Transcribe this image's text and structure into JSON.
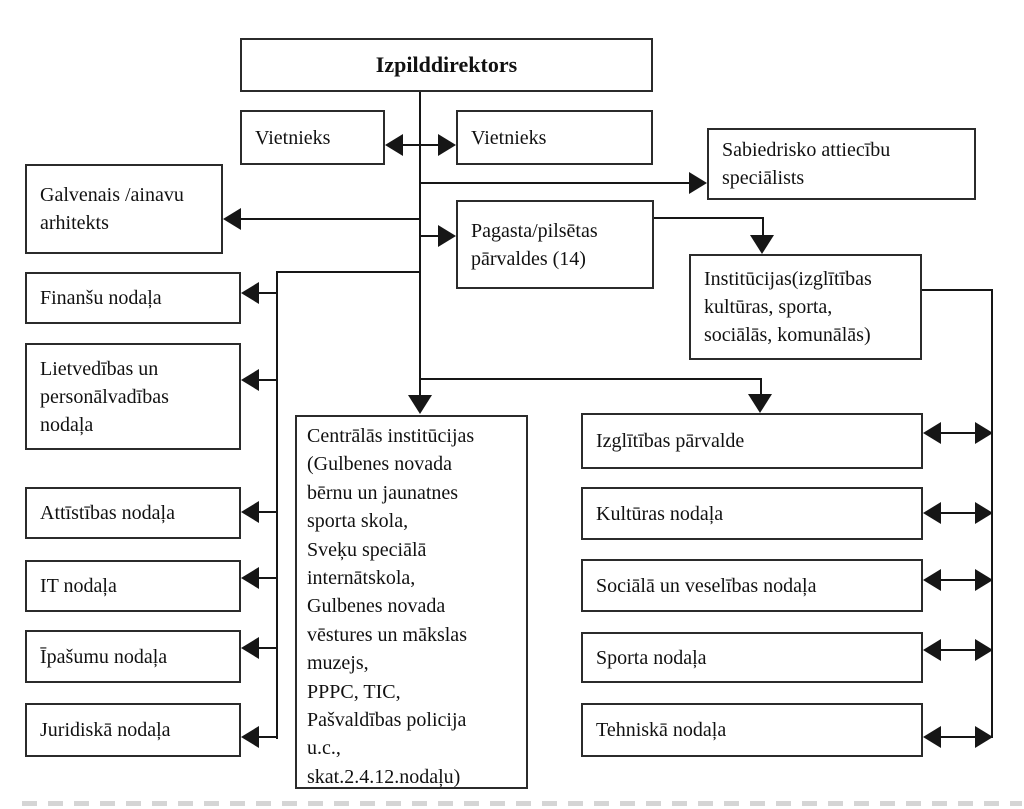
{
  "nodes": {
    "izpilddirektors": {
      "label": "Izpilddirektors"
    },
    "vietnieks_left": {
      "label": "Vietnieks"
    },
    "vietnieks_right": {
      "label": "Vietnieks"
    },
    "sabiedrisko_attiecibu_specialists": {
      "label": "Sabiedrisko attiecību\nspeciālists"
    },
    "galvenais_ainavu_arhitekts": {
      "label": "Galvenais /ainavu\narhitekts"
    },
    "pagasta_pilsetas_parvaldes": {
      "label": "Pagasta/pilsētas\npārvaldes (14)"
    },
    "institucijas": {
      "label": "Institūcijas(izglītības\nkultūras, sporta,\nsociālās, komunālās)"
    },
    "finansu_nodala": {
      "label": "Finanšu nodaļa"
    },
    "lietvedibas_nodala": {
      "label": "Lietvedības un\npersonālvadības\nnodaļa"
    },
    "attistibas_nodala": {
      "label": "Attīstības nodaļa"
    },
    "it_nodala": {
      "label": "IT nodaļa"
    },
    "ipasumu_nodala": {
      "label": "Īpašumu nodaļa"
    },
    "juridiska_nodala": {
      "label": "Juridiskā nodaļa"
    },
    "centralas_institucijas": {
      "label": "Centrālās institūcijas\n(Gulbenes novada\nbērnu un jaunatnes\nsporta skola,\nSveķu speciālā\ninternātskola,\nGulbenes novada\nvēstures un mākslas\nmuzejs,\nPPPC, TIC,\nPašvaldības policija\nu.c.,\nskat.2.4.12.nodaļu)"
    },
    "izglitibas_parvalde": {
      "label": "Izglītības pārvalde"
    },
    "kulturas_nodala": {
      "label": "Kultūras nodaļa"
    },
    "sociala_un_veselibas_nodala": {
      "label": "Sociālā un veselības nodaļa"
    },
    "sporta_nodala": {
      "label": "Sporta nodaļa"
    },
    "tehniska_nodala": {
      "label": "Tehniskā nodaļa"
    }
  },
  "colors": {
    "line": "#161616",
    "box_border": "#2b2b2b",
    "text": "#111111",
    "background": "#ffffff"
  }
}
